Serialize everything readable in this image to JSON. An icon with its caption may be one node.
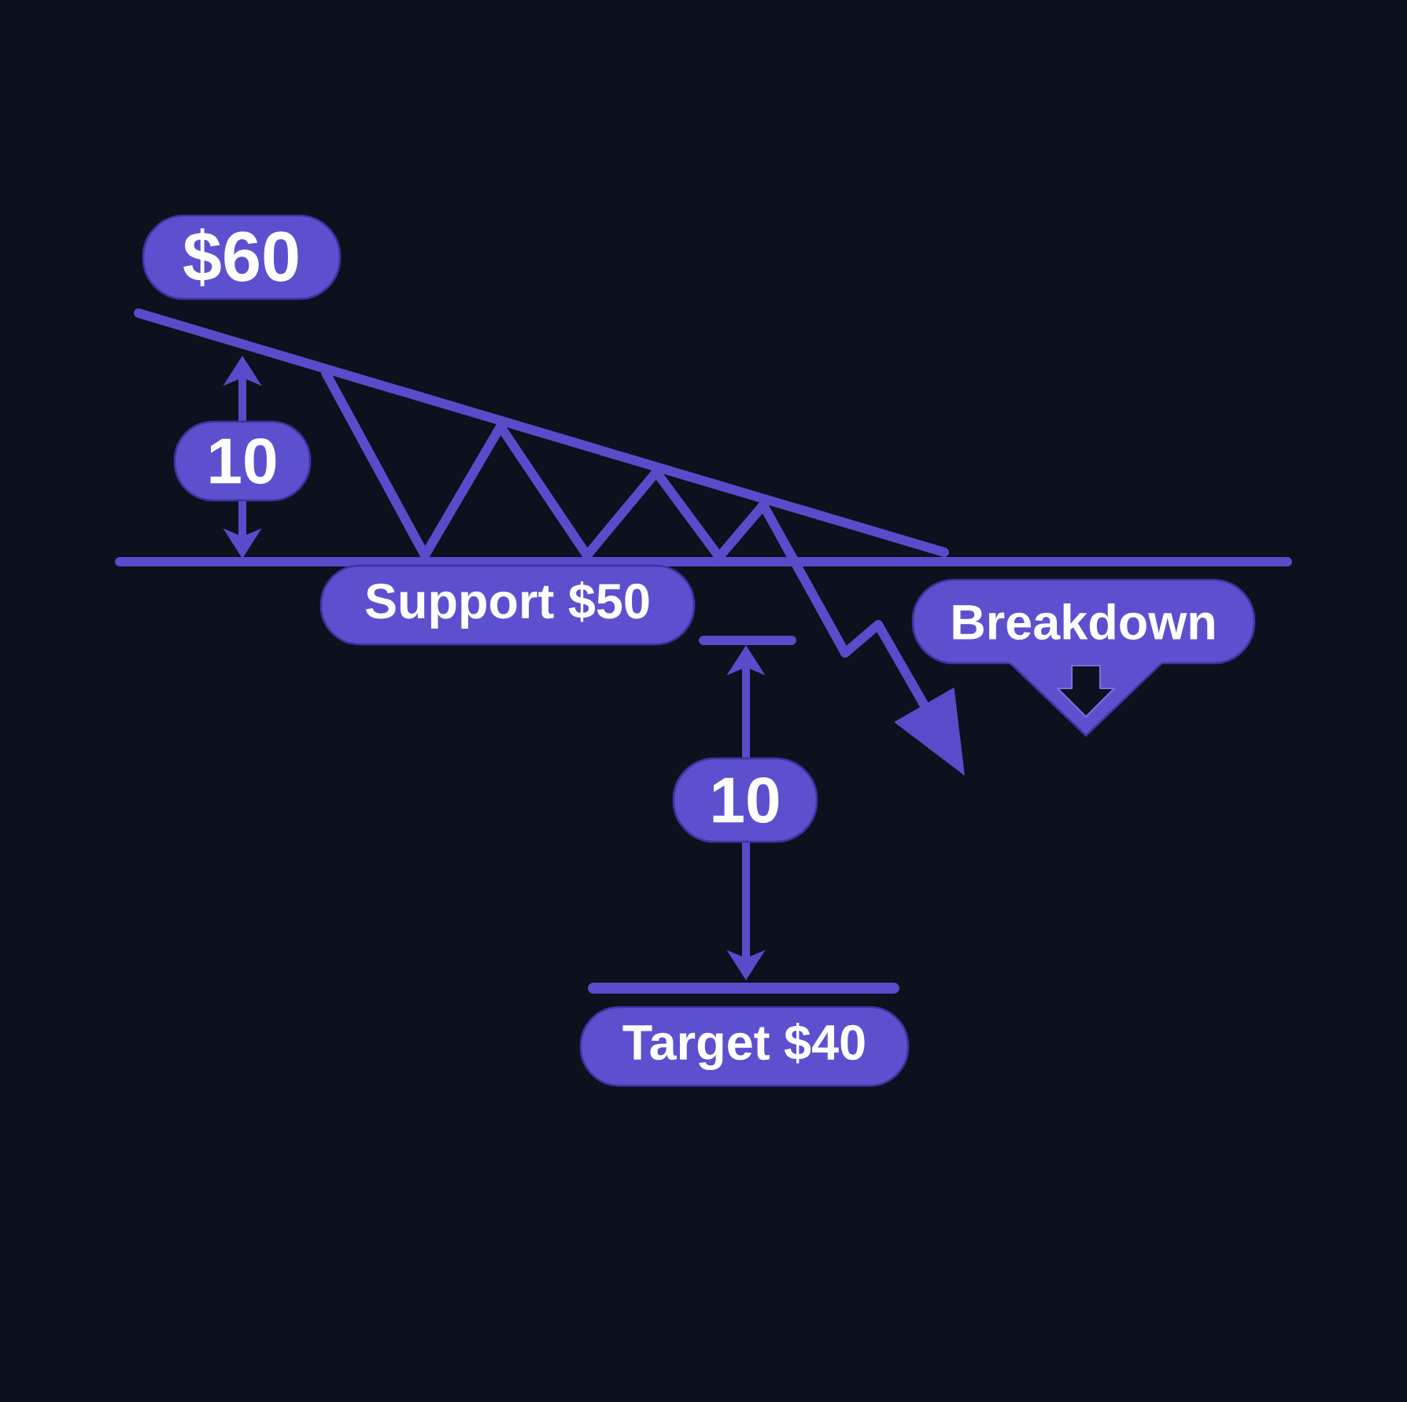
{
  "diagram": {
    "nodes": [
      {
        "text": [
          "$60"
        ]
      },
      {
        "text": [
          "10"
        ]
      },
      {
        "text": [
          "Support $50"
        ]
      },
      {
        "text": [
          "Breakdown"
        ]
      },
      {
        "text": [
          "10"
        ]
      },
      {
        "text": [
          "Target $40"
        ]
      }
    ]
  }
}
